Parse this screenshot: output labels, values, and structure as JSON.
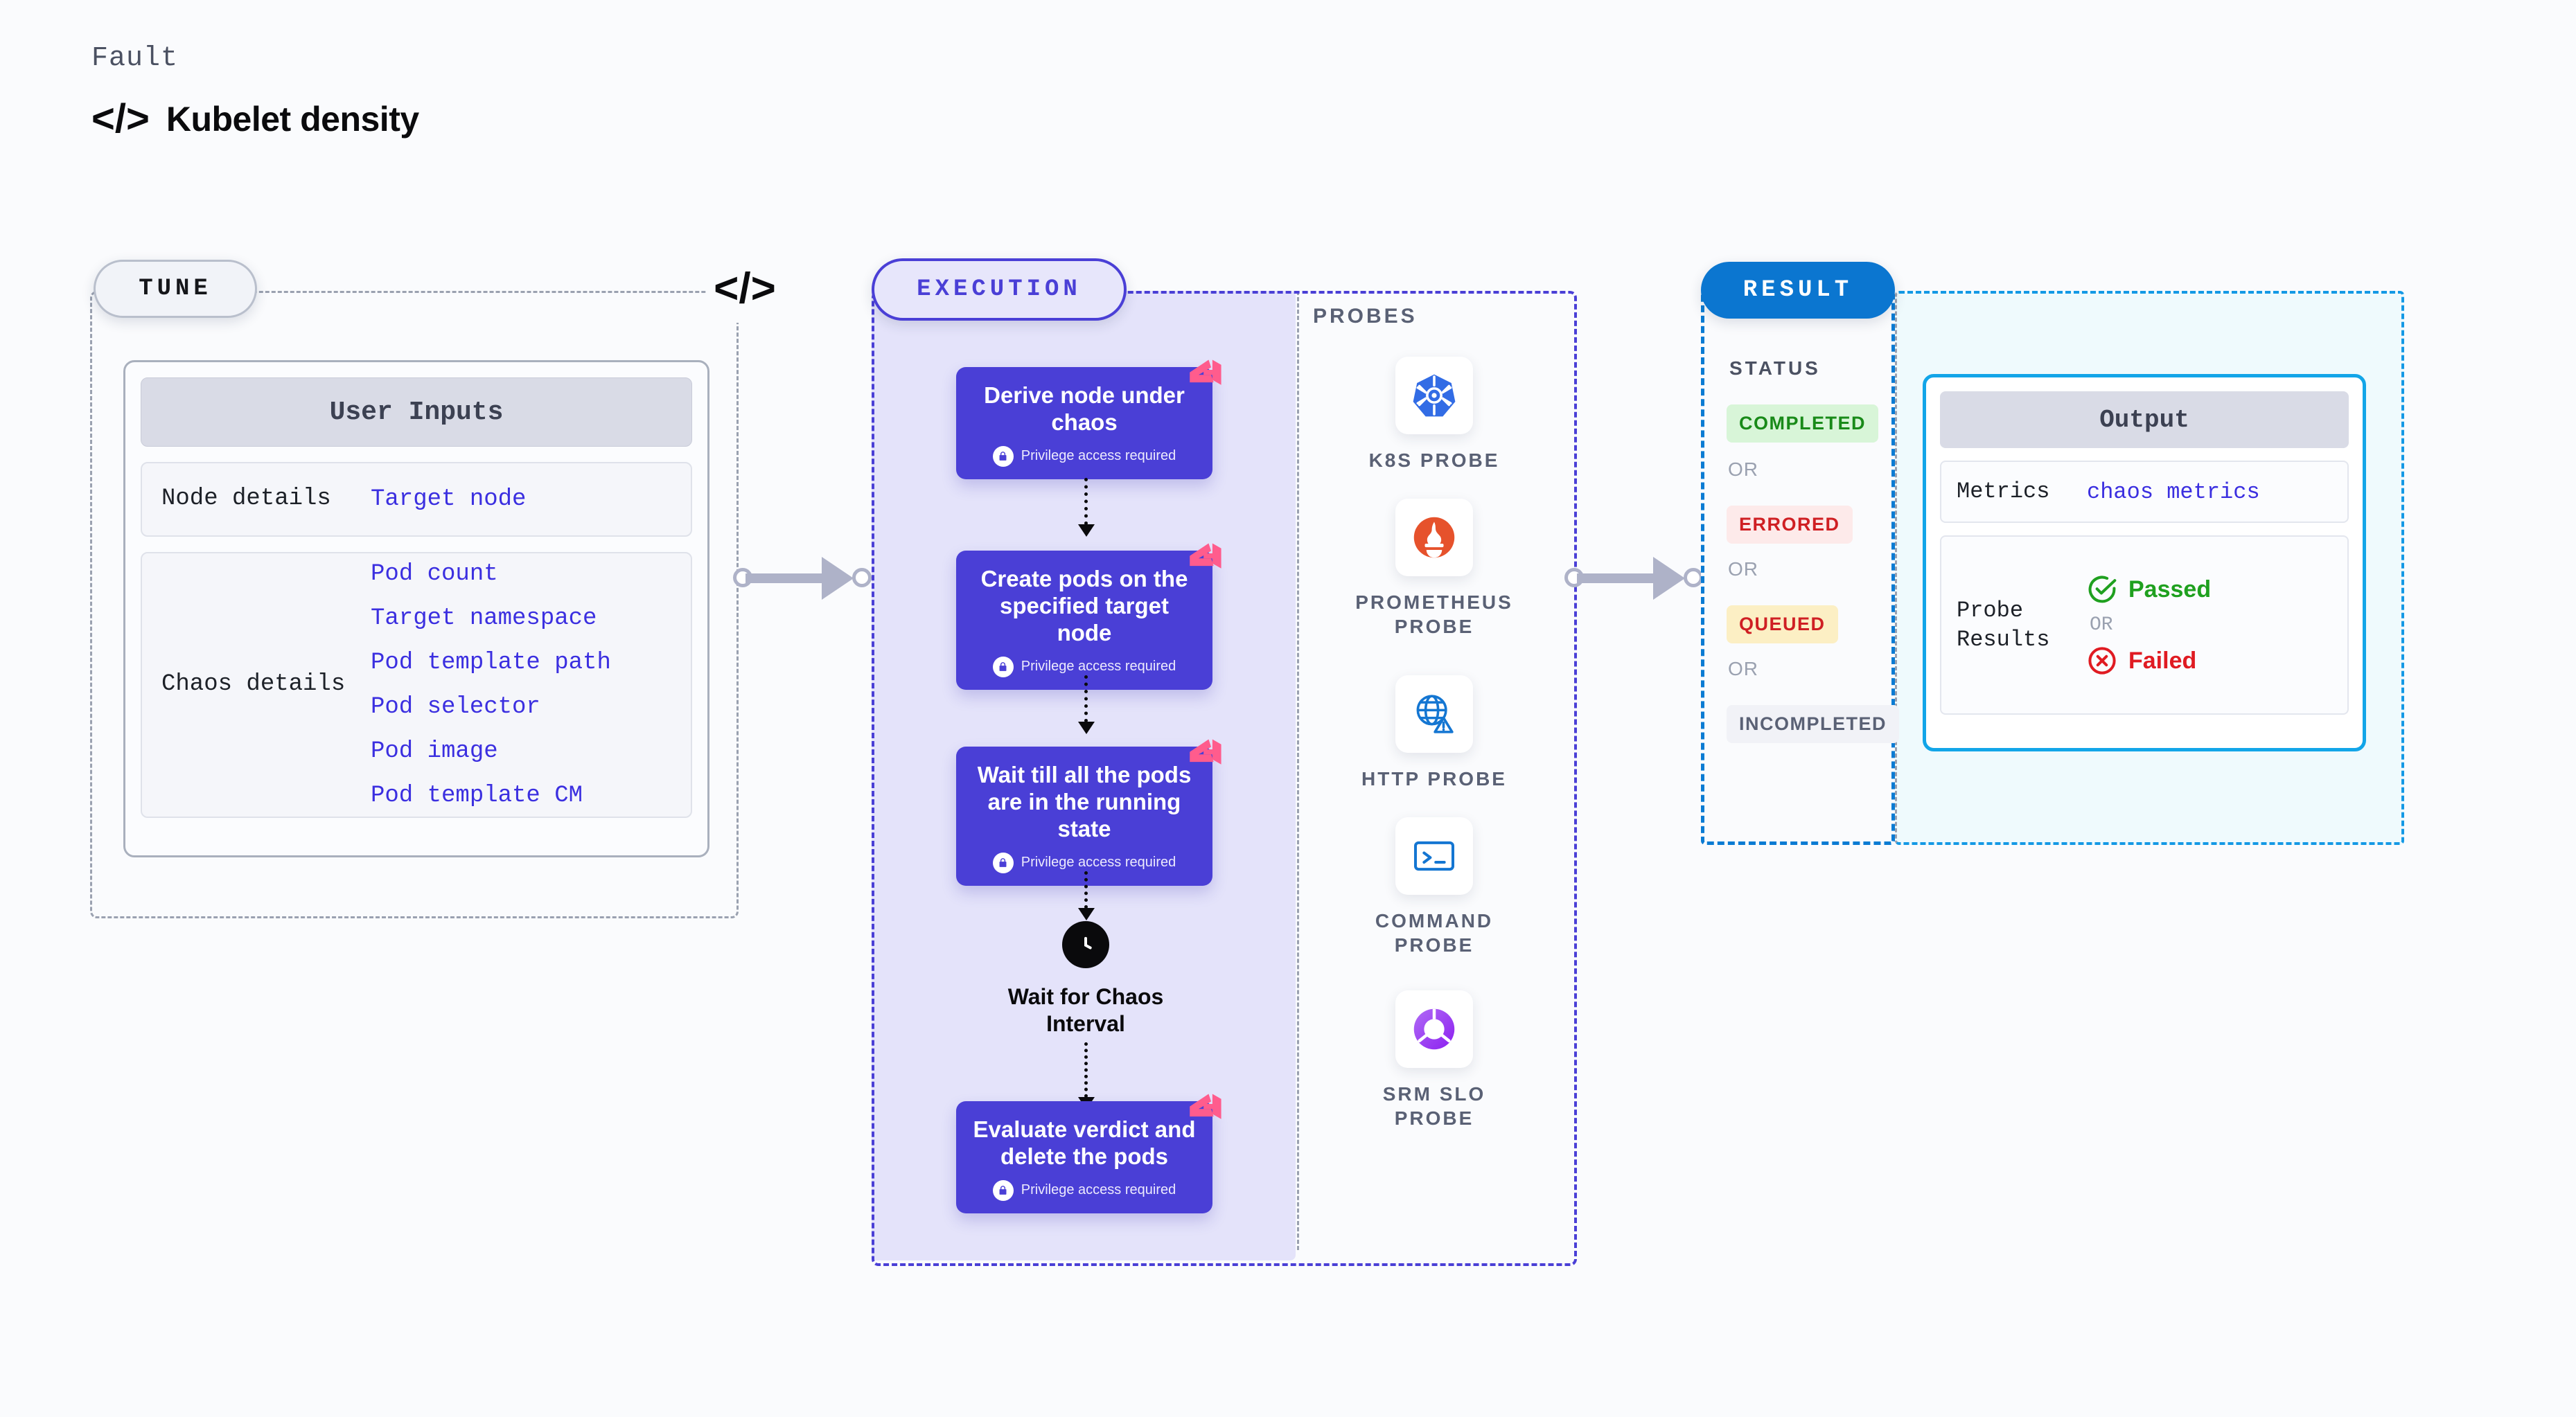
{
  "header": {
    "kicker": "Fault",
    "title": "Kubelet density",
    "code_glyph": "</>",
    "code_icon_name": "code-icon"
  },
  "tune": {
    "badge": "TUNE",
    "panel_title": "User Inputs",
    "edge_code_glyph": "</>",
    "rows": [
      {
        "key": "Node details",
        "values": [
          "Target node"
        ]
      },
      {
        "key": "Chaos details",
        "values": [
          "Pod count",
          "Target namespace",
          "Pod template path",
          "Pod selector",
          "Pod image",
          "Pod template CM"
        ]
      }
    ]
  },
  "execution": {
    "badge": "EXECUTION",
    "privilege_note": "Privilege access required",
    "nodes": [
      {
        "title": "Derive node under chaos",
        "privilege": true
      },
      {
        "title": "Create pods on the specified target node",
        "privilege": true
      },
      {
        "title": "Wait till all the pods are in the running state",
        "privilege": true
      }
    ],
    "wait_step": {
      "label": "Wait for Chaos Interval",
      "icon": "clock-icon"
    },
    "final_node": {
      "title": "Evaluate verdict and delete the pods",
      "privilege": true
    }
  },
  "probes": {
    "label": "PROBES",
    "items": [
      {
        "label": "K8S PROBE",
        "icon": "kubernetes-icon"
      },
      {
        "label": "PROMETHEUS PROBE",
        "icon": "prometheus-icon"
      },
      {
        "label": "HTTP PROBE",
        "icon": "http-globe-warning-icon"
      },
      {
        "label": "COMMAND PROBE",
        "icon": "terminal-icon"
      },
      {
        "label": "SRM SLO PROBE",
        "icon": "slo-donut-check-icon"
      }
    ]
  },
  "result": {
    "badge": "RESULT",
    "status_label": "STATUS",
    "or_label": "OR",
    "statuses": [
      {
        "label": "COMPLETED",
        "bg": "#d8f5d8",
        "fg": "#198a19"
      },
      {
        "label": "ERRORED",
        "bg": "#fdeaea",
        "fg": "#cf1f23"
      },
      {
        "label": "QUEUED",
        "bg": "#fcefc4",
        "fg": "#cf1f23"
      },
      {
        "label": "INCOMPLETED",
        "bg": "#f1f2f7",
        "fg": "#5a6175"
      }
    ],
    "output": {
      "title": "Output",
      "metrics_key": "Metrics",
      "metrics_value": "chaos metrics",
      "probe_results_key": "Probe Results",
      "passed": "Passed",
      "failed": "Failed",
      "or_label": "OR"
    }
  },
  "colors": {
    "primary_purple": "#4a3fd6",
    "result_blue": "#0b76d0",
    "output_border": "#12a5e8",
    "link_blue": "#3b2fe0",
    "harness_pink": "#ff5c8d",
    "pass_green": "#1fa01f",
    "fail_red": "#e01b22"
  }
}
